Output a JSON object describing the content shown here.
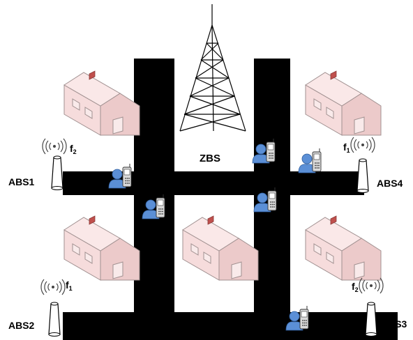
{
  "tower": {
    "label": "ZBS",
    "icon": "lattice-tower-icon"
  },
  "base_stations": [
    {
      "label": "ABS1",
      "freq_main": "f",
      "freq_sub": "2"
    },
    {
      "label": "ABS2",
      "freq_main": "f",
      "freq_sub": "1"
    },
    {
      "label": "ABS3",
      "freq_main": "f",
      "freq_sub": "2"
    },
    {
      "label": "ABS4",
      "freq_main": "f",
      "freq_sub": "1"
    }
  ],
  "mobile_stations": [
    {
      "label": "MS1"
    },
    {
      "label": "MS2"
    },
    {
      "label": "MS3"
    },
    {
      "label": "MS4"
    },
    {
      "label": "MS5"
    },
    {
      "label": "MS6"
    }
  ],
  "colors": {
    "road": "#000000",
    "house": "#f6dcdc",
    "chimney": "#c0504d",
    "user": "#5b8fd6"
  }
}
